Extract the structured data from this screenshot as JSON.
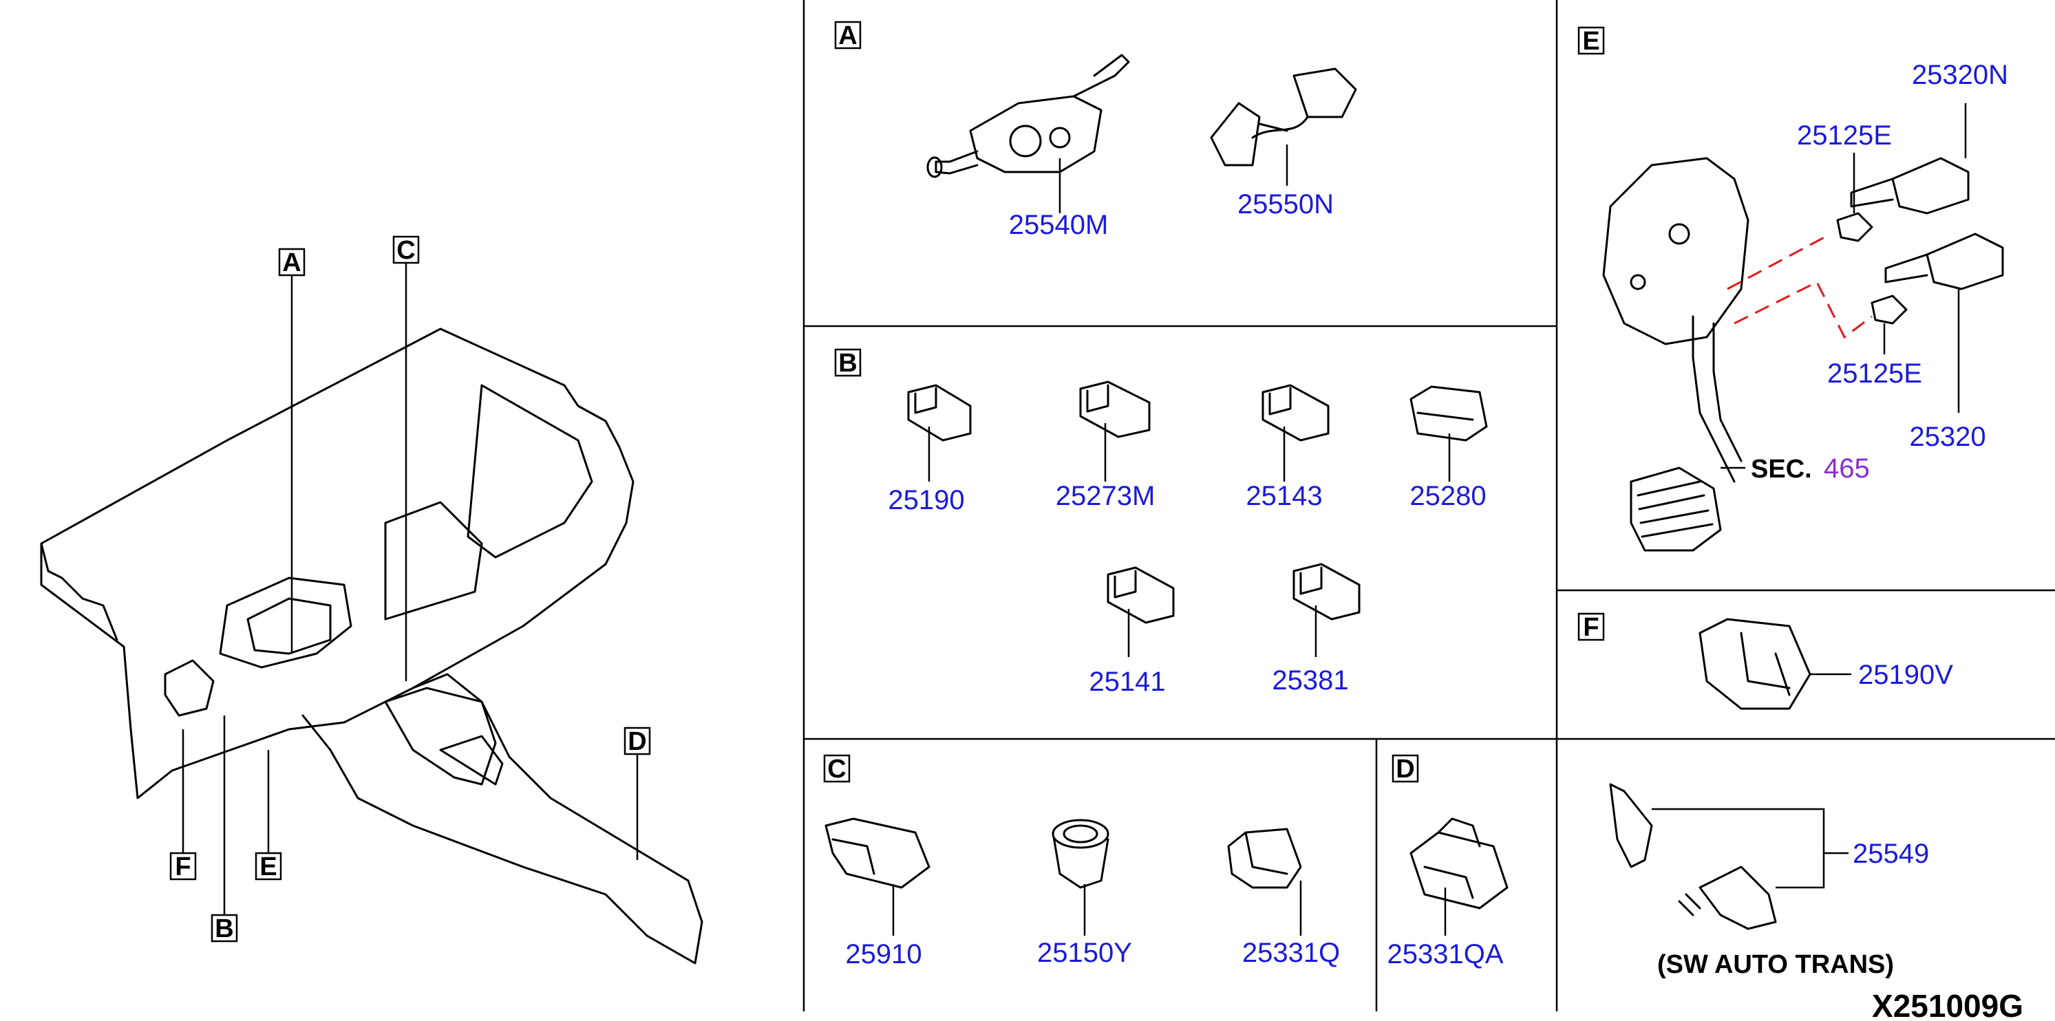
{
  "sections": {
    "A": {
      "label": "A",
      "parts": [
        "25540M",
        "25550N"
      ]
    },
    "B": {
      "label": "B",
      "parts": [
        "25190",
        "25273M",
        "25143",
        "25280",
        "25141",
        "25381"
      ]
    },
    "C": {
      "label": "C",
      "parts": [
        "25910",
        "25150Y",
        "25331Q"
      ]
    },
    "D": {
      "label": "D",
      "parts": [
        "25331QA"
      ]
    },
    "E": {
      "label": "E",
      "parts": [
        "25320N",
        "25125E",
        "25125E",
        "25320"
      ],
      "sec_prefix": "SEC.",
      "sec_number": "465"
    },
    "F": {
      "label": "F",
      "parts": [
        "25190V",
        "25549"
      ],
      "note": "(SW AUTO TRANS)"
    }
  },
  "overview_callouts": [
    "A",
    "C",
    "D",
    "F",
    "E",
    "B"
  ],
  "diagram_code": "X251009G",
  "colors": {
    "part_number": "#1a1adc",
    "sec_number": "#8a2bd6",
    "dashed_line": "#e21b1b"
  }
}
